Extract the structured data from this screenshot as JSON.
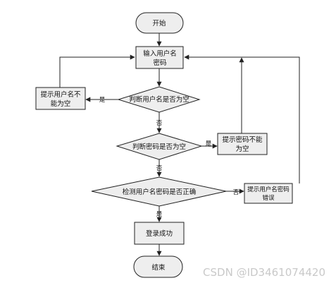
{
  "flowchart": {
    "start": "开始",
    "input_line1": "输入用户名",
    "input_line2": "密码",
    "check_username": "判断用户名是否为空",
    "username_empty_line1": "提示用户名不",
    "username_empty_line2": "能为空",
    "check_password": "判断密码是否为空",
    "password_empty_line1": "提示密码不能",
    "password_empty_line2": "为空",
    "verify": "检测用户名密码是否正确",
    "wrong_line1": "提示用户名密码",
    "wrong_line2": "错误",
    "login_success": "登录成功",
    "end": "结束",
    "yes": "是",
    "no": "否"
  },
  "watermark": "CSDN @ID3461074420",
  "colors": {
    "stroke": "#222222",
    "node_fill": "#eeeeee",
    "background": "#ffffff"
  }
}
